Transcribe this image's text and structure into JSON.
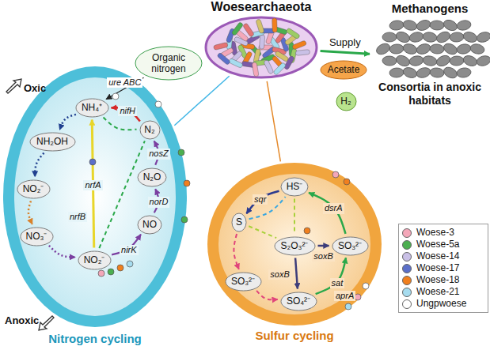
{
  "diagram": {
    "nodes": [
      {
        "text": [
          "Woesearchaeota"
        ]
      },
      {
        "text": [
          "Methanogens",
          "Consortia in anoxic habitats"
        ]
      },
      {
        "text": [
          "Acetate"
        ]
      },
      {
        "text": [
          "H₂"
        ]
      },
      {
        "text": [
          "Organic nitrogen"
        ]
      },
      {
        "text": [
          "Nitrogen cycling"
        ]
      },
      {
        "text": [
          "NH₄⁺"
        ],
        "in": 5
      },
      {
        "text": [
          "N₂"
        ],
        "in": 5
      },
      {
        "text": [
          "N₂O"
        ],
        "in": 5
      },
      {
        "text": [
          "NO"
        ],
        "in": 5
      },
      {
        "text": [
          "NO₂⁻"
        ],
        "in": 5
      },
      {
        "text": [
          "NO₃⁻"
        ],
        "in": 5
      },
      {
        "text": [
          "NO₂⁻"
        ],
        "in": 5
      },
      {
        "text": [
          "NH₂OH"
        ],
        "in": 5
      },
      {
        "text": [
          "Sulfur cycling"
        ]
      },
      {
        "text": [
          "HS⁻"
        ],
        "in": 14
      },
      {
        "text": [
          "S"
        ],
        "in": 14
      },
      {
        "text": [
          "S₂O₃²⁻"
        ],
        "in": 14
      },
      {
        "text": [
          "SO₃²⁻"
        ],
        "in": 14
      },
      {
        "text": [
          "SO₄²⁻"
        ],
        "in": 14
      },
      {
        "text": [
          "SO₃²⁻"
        ],
        "in": 14
      }
    ],
    "edges": [
      {
        "from": 0,
        "to": 1,
        "arrow": "to",
        "label": "Supply"
      },
      {
        "from": 0,
        "to": 5,
        "arrow": "none"
      },
      {
        "from": 0,
        "to": 14,
        "arrow": "none"
      },
      {
        "from": 4,
        "to": 6,
        "arrow": "to",
        "label": "ure ABC"
      },
      {
        "from": 6,
        "to": 13,
        "arrow": "to"
      },
      {
        "from": 13,
        "to": 12,
        "arrow": "to"
      },
      {
        "from": 12,
        "to": 11,
        "arrow": "to"
      },
      {
        "from": 11,
        "to": 10,
        "arrow": "to"
      },
      {
        "from": 10,
        "to": 9,
        "arrow": "to",
        "label": "nirK"
      },
      {
        "from": 9,
        "to": 8,
        "arrow": "to",
        "label": "norD"
      },
      {
        "from": 8,
        "to": 7,
        "arrow": "to",
        "label": "nosZ"
      },
      {
        "from": 7,
        "to": 6,
        "arrow": "to",
        "label": "nifH"
      },
      {
        "from": 10,
        "to": 6,
        "arrow": "to",
        "label": "nrfA"
      },
      {
        "from": 6,
        "to": 7,
        "arrow": "none"
      },
      {
        "from": 10,
        "to": 7,
        "arrow": "none"
      },
      {
        "from": 15,
        "to": 16,
        "arrow": "to",
        "label": "sqr"
      },
      {
        "from": 16,
        "to": 15,
        "arrow": "none"
      },
      {
        "from": 15,
        "to": 17,
        "arrow": "none"
      },
      {
        "from": 16,
        "to": 17,
        "arrow": "none"
      },
      {
        "from": 16,
        "to": 20,
        "arrow": "to"
      },
      {
        "from": 20,
        "to": 19,
        "arrow": "to"
      },
      {
        "from": 17,
        "to": 18,
        "arrow": "to",
        "label": "soxB"
      },
      {
        "from": 17,
        "to": 19,
        "arrow": "to",
        "label": "soxB"
      },
      {
        "from": 18,
        "to": 15,
        "arrow": "to",
        "label": "dsrA"
      },
      {
        "from": 19,
        "to": 18,
        "arrow": "to",
        "label": "sat"
      }
    ],
    "labels": [
      "Oxic",
      "Anoxic",
      "nrfB",
      "aprA"
    ],
    "legend": [
      {
        "text": "Woese-3",
        "color": "#f4a7b9"
      },
      {
        "text": "Woese-5a",
        "color": "#4caf50"
      },
      {
        "text": "Woese-14",
        "color": "#c9c0e6"
      },
      {
        "text": "Woese-17",
        "color": "#5b6fc9"
      },
      {
        "text": "Woese-18",
        "color": "#f07f1e"
      },
      {
        "text": "Woese-21",
        "color": "#a6dcef"
      },
      {
        "text": "Ungpwoese",
        "color": "#ffffff"
      }
    ]
  }
}
